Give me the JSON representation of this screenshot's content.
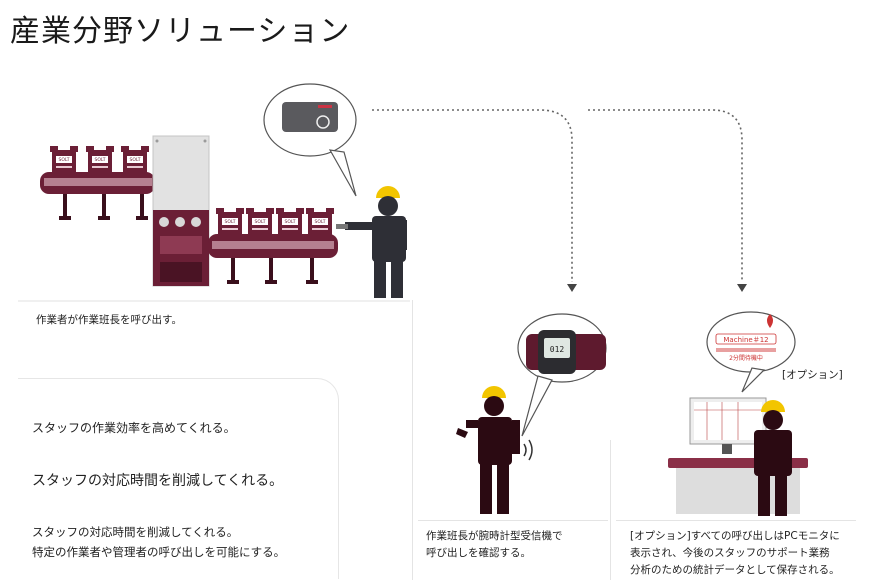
{
  "header": {
    "title": "産業分野ソリューション"
  },
  "scene1": {
    "caption": "作業者が作業班長を呼び出す。",
    "box_brand": "SOLT"
  },
  "scene2": {
    "caption_lines": [
      "作業班長が腕時計型受信機で",
      "呼び出しを確認する。"
    ],
    "watch_display": "012"
  },
  "scene3": {
    "option_label": "[オプション]",
    "bubble_machine": "Machine＃12",
    "bubble_status": "2分間待機中",
    "caption_lines": [
      "[オプション]すべての呼び出しはPCモニタに",
      "表示され、今後のスタッフのサポート業務",
      "分析のための統計データとして保存される。"
    ]
  },
  "benefits": {
    "b1": "スタッフの作業効率を高めてくれる。",
    "b2": "スタッフの対応時間を削減してくれる。",
    "b3_lines": [
      "スタッフの対応時間を削減してくれる。",
      "特定の作業者や管理者の呼び出しを可能にする。"
    ]
  },
  "colors": {
    "maroon": "#5e1a2e",
    "dark": "#2b0a12",
    "helmet": "#f2c500",
    "rose": "#c9a0ab"
  }
}
